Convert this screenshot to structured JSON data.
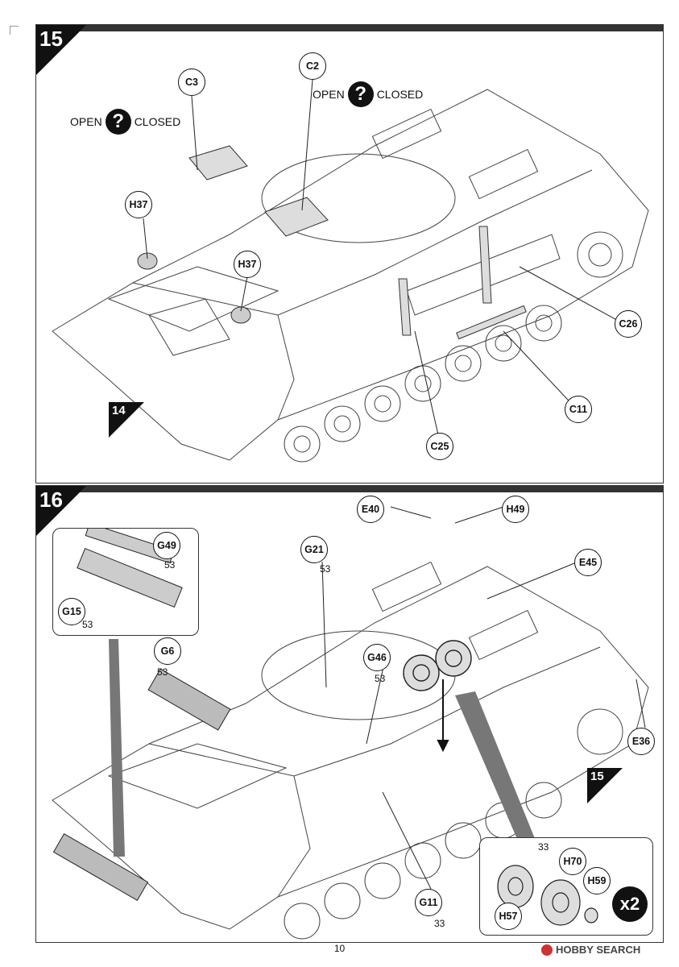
{
  "page_number": "10",
  "watermark": "HOBBY SEARCH",
  "steps": [
    {
      "number": "15",
      "toggles": [
        {
          "open": "OPEN",
          "closed": "CLOSED"
        },
        {
          "open": "OPEN",
          "closed": "CLOSED"
        }
      ],
      "callouts": [
        "C3",
        "C2",
        "H37",
        "H37",
        "C26",
        "C11",
        "C25"
      ],
      "ref_step": "14"
    },
    {
      "number": "16",
      "callouts": [
        "E40",
        "H49",
        "E45",
        "G21",
        "G46",
        "G6",
        "E36",
        "G11",
        "G49",
        "G15",
        "H70",
        "H59",
        "H57"
      ],
      "quantities": {
        "g21": "53",
        "g46": "53",
        "g6": "53",
        "g49": "53",
        "g15": "53",
        "g11": "33",
        "inset": "33"
      },
      "ref_step": "15",
      "multiplier": "x2"
    }
  ]
}
